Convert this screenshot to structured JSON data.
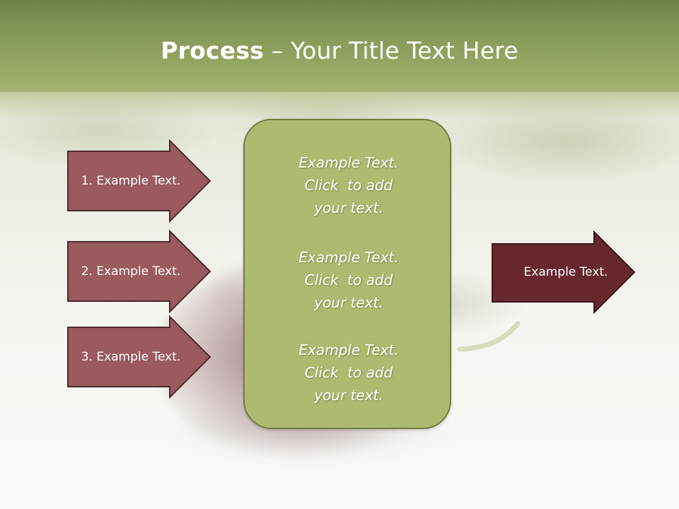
{
  "title": {
    "bold": "Process",
    "rest": " – Your Title Text Here"
  },
  "steps": [
    {
      "label": "1. Example Text."
    },
    {
      "label": "2. Example Text."
    },
    {
      "label": "3. Example Text."
    }
  ],
  "center": {
    "paragraphs": [
      [
        "Example Text.",
        "Click  to add",
        "your text."
      ],
      [
        "Example Text.",
        "Click  to add",
        "your text."
      ],
      [
        "Example Text.",
        "Click  to add",
        "your text."
      ]
    ]
  },
  "result": {
    "label": "Example Text."
  },
  "colors": {
    "header": "#8a9c5a",
    "step_arrow_fill": "#9a5a60",
    "result_arrow_fill": "#66282e",
    "center_box_fill": "#adbb70"
  }
}
